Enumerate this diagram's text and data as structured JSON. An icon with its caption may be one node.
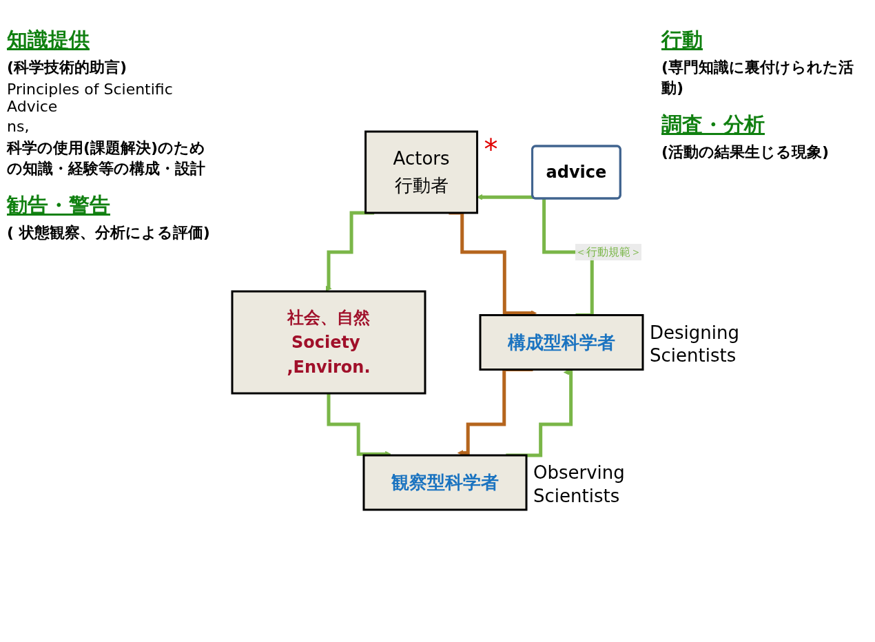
{
  "diagram": {
    "nodes": [
      {
        "text": [
          "advice"
        ]
      },
      {
        "text": [
          "Actors",
          "行動者"
        ],
        "beside": [
          "*"
        ]
      },
      {
        "text": [
          "構成型科学者"
        ],
        "beside": [
          "Designing Scientists"
        ]
      },
      {
        "text": [
          "社会、自然",
          "Society ,Environ."
        ]
      },
      {
        "text": [
          "観察型科学者"
        ],
        "beside": [
          "Observing Scientists"
        ]
      }
    ],
    "edges": [
      {
        "from": 1,
        "to": 2,
        "arrow": "to",
        "color": "#b5651d"
      },
      {
        "from": 2,
        "to": 1,
        "arrow": "to",
        "label": "＜行動規範＞"
      },
      {
        "from": 1,
        "to": 3,
        "arrow": "to"
      },
      {
        "from": 3,
        "to": 4,
        "arrow": "to"
      },
      {
        "from": 4,
        "to": 2,
        "arrow": "to"
      },
      {
        "from": 2,
        "to": 4,
        "arrow": "to",
        "color": "#b5651d"
      }
    ],
    "labels": [
      "知識提供",
      "(科学技術的助言)",
      "行動",
      "(専門知識に裏付けられた活動)",
      "Principles of Scientific Advice",
      "ns,",
      "科学の使用(課題解決)のための知識・経験等の構成・設計",
      "調査・分析",
      "(活動の結果生じる現象)",
      "勧告・警告",
      "( 状態観察、分析による評価)"
    ]
  }
}
